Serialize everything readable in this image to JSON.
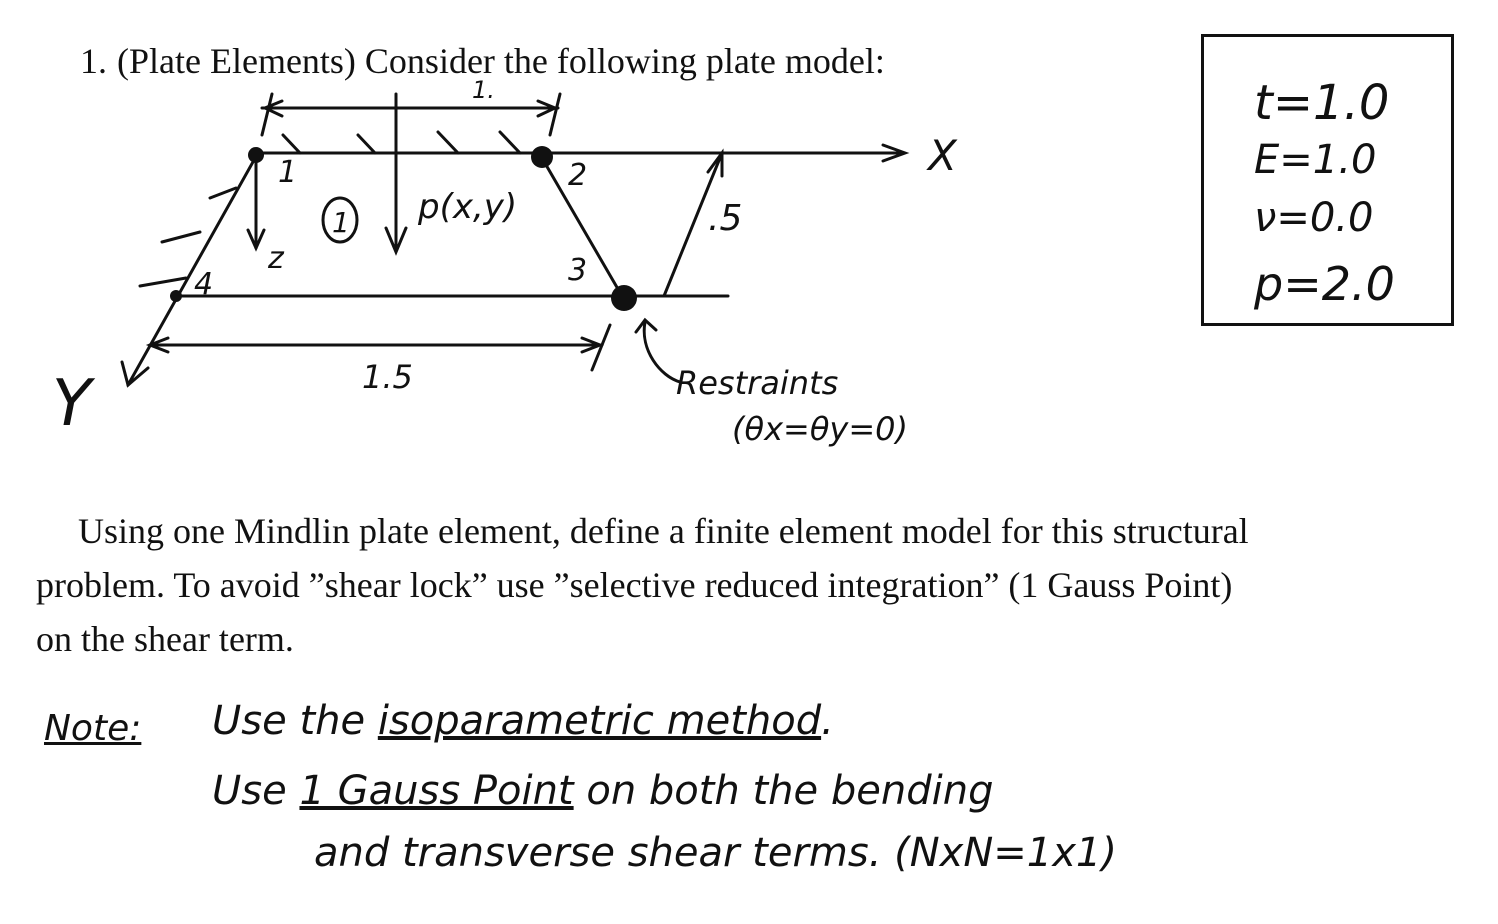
{
  "problem": {
    "number": "1.",
    "title": "(Plate Elements) Consider the following plate model:"
  },
  "diagram": {
    "node_1": "1",
    "node_2": "2",
    "node_3": "3",
    "node_4": "4",
    "element_id": "1",
    "load_label": "p(x,y)",
    "top_dim": "1.",
    "bottom_dim": "1.5",
    "offset_dim": ".5",
    "axis_x": "X",
    "axis_y": "Y",
    "axis_z": "z",
    "restraints_label": "Restraints",
    "restraints_cond": "(θx=θy=0)"
  },
  "parameters": {
    "t": "t=1.0",
    "E": "E=1.0",
    "nu": "ν=0.0",
    "p": "p=2.0"
  },
  "body": {
    "line1": "Using one Mindlin plate element, define a finite element model for this structural",
    "line2": "problem. To avoid ”shear lock” use ”selective reduced integration” (1 Gauss Point)",
    "line3": "on the shear term."
  },
  "note": {
    "label": "Note:",
    "line1_a": "Use the",
    "line1_b": "isoparametric method",
    "line1_c": ".",
    "line2_a": "Use",
    "line2_b": "1 Gauss Point",
    "line2_c": "on both the bending",
    "line3": "and transverse shear terms. (NxN=1x1)"
  },
  "colors": {
    "ink": "#111111",
    "paper": "#ffffff"
  }
}
